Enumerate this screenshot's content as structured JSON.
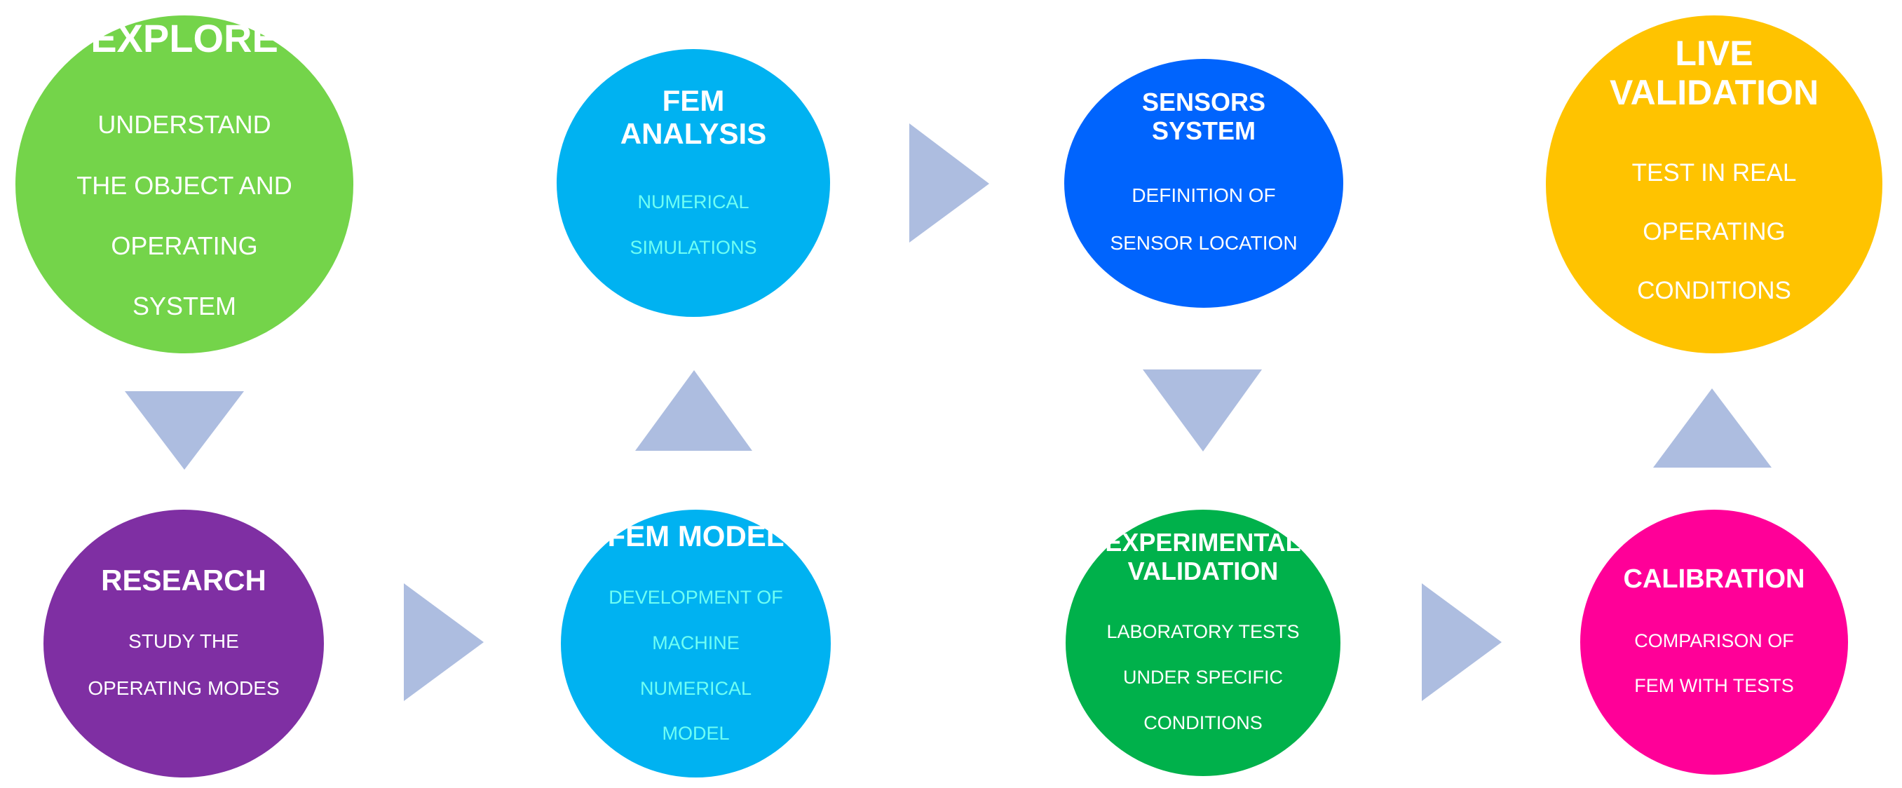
{
  "colors": {
    "arrow": "#adbde0",
    "explore": "#74d44a",
    "research": "#7f2fa3",
    "fem_analysis": "#00b2f1",
    "fem_model": "#00b2f1",
    "sensors": "#0064fd",
    "experimental": "#00b14b",
    "live": "#ffc300",
    "calibration": "#ff0098",
    "desc_light_cyan": "#6ffff4"
  },
  "nodes": {
    "explore": {
      "title": "EXPLORE",
      "desc": [
        "UNDERSTAND",
        "THE OBJECT AND",
        "OPERATING",
        "SYSTEM"
      ]
    },
    "research": {
      "title": "RESEARCH",
      "desc": [
        "STUDY THE",
        "OPERATING MODES"
      ]
    },
    "fem_analysis": {
      "title": [
        "FEM",
        "ANALYSIS"
      ],
      "desc": [
        "NUMERICAL",
        "SIMULATIONS"
      ]
    },
    "fem_model": {
      "title": "FEM MODEL",
      "desc": [
        "DEVELOPMENT OF",
        "MACHINE",
        "NUMERICAL",
        "MODEL"
      ]
    },
    "sensors": {
      "title": [
        "SENSORS",
        "SYSTEM"
      ],
      "desc": [
        "DEFINITION OF",
        "SENSOR LOCATION"
      ]
    },
    "experimental": {
      "title": [
        "EXPERIMENTAL",
        "VALIDATION"
      ],
      "desc": [
        "LABORATORY TESTS",
        "UNDER SPECIFIC",
        "CONDITIONS"
      ]
    },
    "live": {
      "title": [
        "LIVE",
        "VALIDATION"
      ],
      "desc": [
        "TEST IN REAL",
        "OPERATING",
        "CONDITIONS"
      ]
    },
    "calibration": {
      "title": "CALIBRATION",
      "desc": [
        "COMPARISON OF",
        "FEM WITH TESTS"
      ]
    }
  },
  "arrows": [
    {
      "name": "arrow-explore-to-research",
      "direction": "down"
    },
    {
      "name": "arrow-research-to-fem-model",
      "direction": "right"
    },
    {
      "name": "arrow-fem-model-to-fem-analysis",
      "direction": "up"
    },
    {
      "name": "arrow-fem-analysis-to-sensors",
      "direction": "right"
    },
    {
      "name": "arrow-sensors-to-experimental",
      "direction": "down"
    },
    {
      "name": "arrow-experimental-to-calibration",
      "direction": "right"
    },
    {
      "name": "arrow-calibration-to-live",
      "direction": "up"
    }
  ]
}
